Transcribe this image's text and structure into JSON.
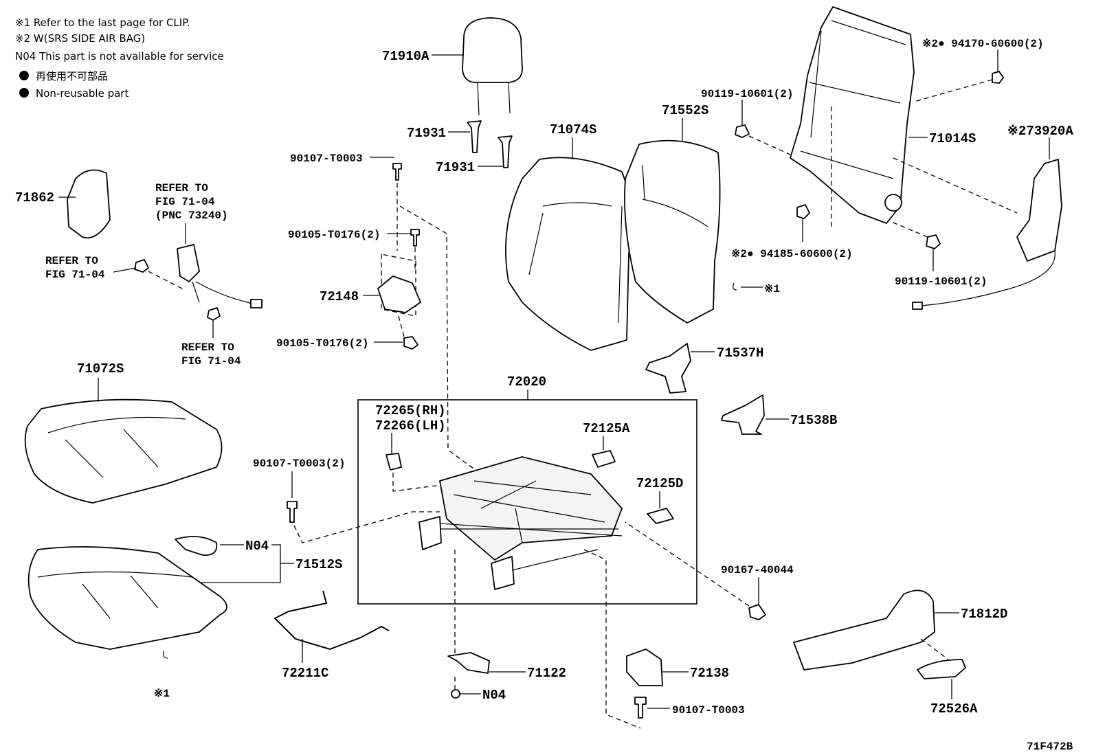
{
  "notes": {
    "n1": "※1 Refer to the last page for CLIP.",
    "n2": "※2 W(SRS SIDE AIR BAG)",
    "n3": "N04 This part is not available for service",
    "n4": "再使用不可部品",
    "n5": "Non-reusable part"
  },
  "labels": {
    "p71910A": "71910A",
    "p71931a": "71931",
    "p71931b": "71931",
    "p71074S": "71074S",
    "p71552S": "71552S",
    "p90119a": "90119-10601(2)",
    "p94170": "※2● 94170-60600(2)",
    "p71014S": "71014S",
    "p73920A": "※273920A",
    "p90107a": "90107-T0003",
    "p71862": "71862",
    "refer1a": "REFER TO",
    "refer1b": "FIG 71-04",
    "refer1c": "(PNC 73240)",
    "refer2a": "REFER TO",
    "refer2b": "FIG 71-04",
    "refer3a": "REFER TO",
    "refer3b": "FIG 71-04",
    "p90105a": "90105-T0176(2)",
    "p72148": "72148",
    "p90105b": "90105-T0176(2)",
    "p94185": "※2● 94185-60600(2)",
    "p90119b": "90119-10601(2)",
    "clip1": "※1",
    "p71537H": "71537H",
    "p71072S": "71072S",
    "p72020": "72020",
    "p72265": "72265(RH)",
    "p72266": "72266(LH)",
    "p72125A": "72125A",
    "p71538B": "71538B",
    "p90107b": "90107-T0003(2)",
    "p72125D": "72125D",
    "n04a": "N04",
    "p71512S": "71512S",
    "p90167": "90167-40044",
    "p71812D": "71812D",
    "p72211C": "72211C",
    "p71122": "71122",
    "p72138": "72138",
    "n04b": "N04",
    "p90107c": "90107-T0003",
    "p72526A": "72526A",
    "clip2": "※1",
    "figno": "71F472B"
  }
}
